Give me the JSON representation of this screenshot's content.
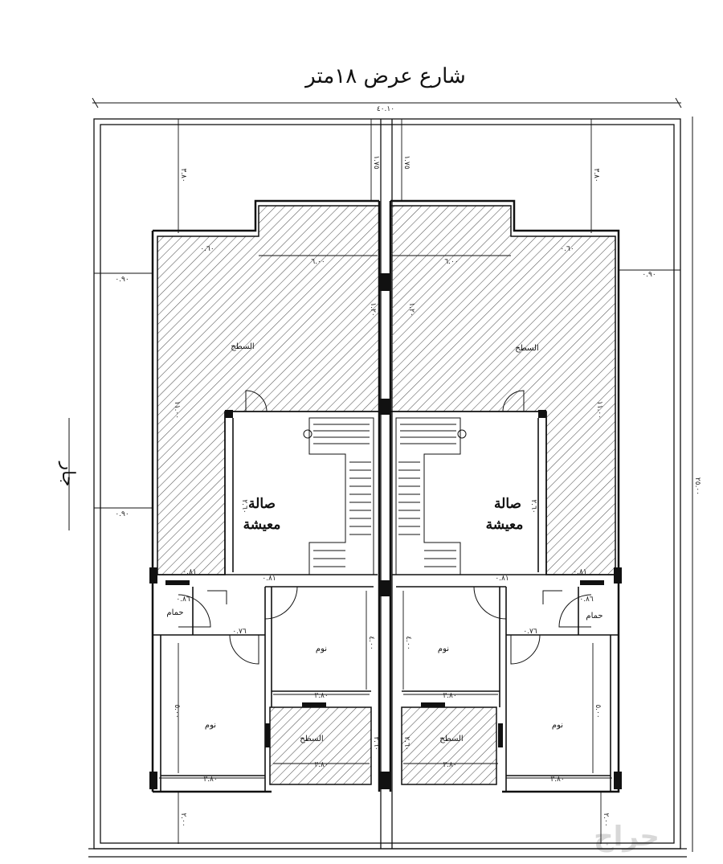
{
  "street_label": "شارع عرض ١٨متر",
  "side_label": "جار",
  "watermark": "حراج",
  "colors": {
    "line": "#111111",
    "hatch": "#555555",
    "wall": "#111111"
  },
  "roof_labels": [
    "السطح",
    "السطح",
    "السطح",
    "السطح"
  ],
  "living_label": [
    "صالة",
    "معيشة"
  ],
  "bedroom_label": "نوم",
  "bath_label": "حمام",
  "dims": {
    "top_total": "٤٠.١٠",
    "right_total": "٢٥.٠٠",
    "front_setback_left": "٣.٨٠",
    "front_setback_right": "٣.٨٠",
    "side_setback": "٢.٥٠",
    "party_small": "١.٧٥",
    "roof_width": "٦.٠٠",
    "side_gap": "٠.٩٠",
    "roof_depth": "١١.٠٠",
    "bath_w": "٠.٨٦",
    "door_w": "٠.٧٦",
    "room_w": "٣.٨٠",
    "bed_depth": "٥.٠٠",
    "bed_depth2": "٤.٠٠",
    "rear": "٢.٠٠",
    "mini": "٠.٨١",
    "stair_d": "٢.٦٠",
    "roof_edge": "٠.٦٠",
    "col_gap": "١.٢٠"
  }
}
